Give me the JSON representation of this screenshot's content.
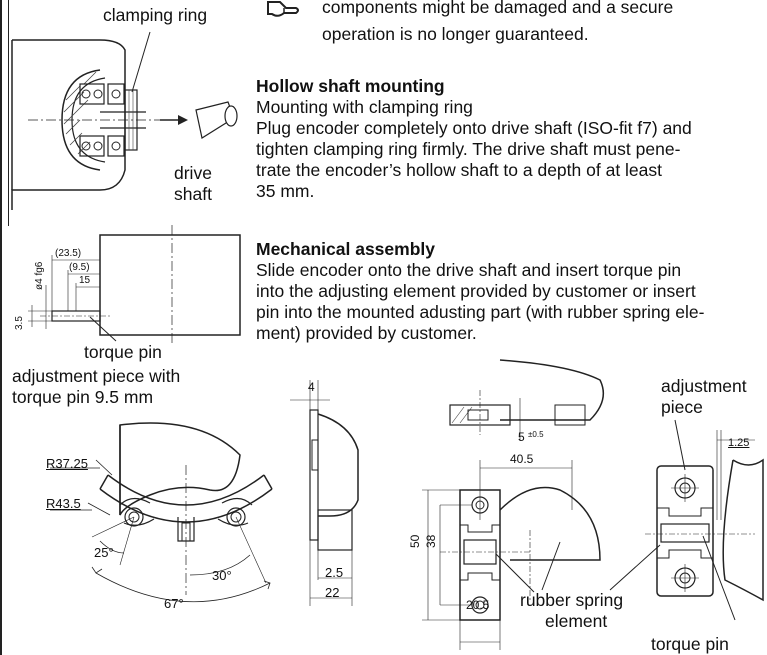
{
  "warning": {
    "icon": "hand-pointing-icon",
    "lines": [
      "components might be damaged and a secure",
      "operation is no longer guaranteed."
    ]
  },
  "hollow_shaft": {
    "heading": "Hollow shaft mounting",
    "subheading": "Mounting with clamping ring",
    "lines": [
      "Plug encoder completely onto drive shaft (ISO-fit f7) and",
      "tighten clamping ring firmly. The drive shaft must pene-",
      "trate the encoder’s hollow shaft to a depth of at least",
      "35 mm."
    ]
  },
  "mechanical": {
    "heading": "Mechanical assembly",
    "lines": [
      "Slide encoder onto the drive shaft and insert torque pin",
      "into the adjusting element provided by customer or insert",
      "pin into the mounted adusting part (with rubber spring ele-",
      "ment) provided by customer."
    ]
  },
  "fig1": {
    "clamping_ring": "clamping ring",
    "drive_shaft_1": "drive",
    "drive_shaft_2": "shaft"
  },
  "fig2": {
    "dim_23_5": "(23.5)",
    "dim_9_5": "(9.5)",
    "dim_15": "15",
    "dim_d4": "ø4 fg6",
    "dim_3_5": "3.5",
    "torque_pin": "torque pin"
  },
  "fig3": {
    "title_1": "adjustment piece with",
    "title_2": "torque pin 9.5 mm",
    "r37": "R37.25",
    "r43": "R43.5",
    "a25": "25°",
    "a30": "30°",
    "a67": "67°"
  },
  "fig4": {
    "dim_4": "4",
    "dim_2_5": "2.5",
    "dim_22": "22"
  },
  "fig5": {
    "dim_5": "5",
    "tol": "±0.5",
    "dim_40_5": "40.5",
    "dim_50": "50",
    "dim_38": "38",
    "dim_20_5": "20.5",
    "rubber_1": "rubber spring",
    "rubber_2": "element"
  },
  "fig6": {
    "adj_1": "adjustment",
    "adj_2": "piece",
    "dim_1_25": "1.25",
    "torque_pin": "torque pin"
  },
  "colors": {
    "line": "#222222",
    "hatch": "#444444",
    "text": "#111111"
  }
}
